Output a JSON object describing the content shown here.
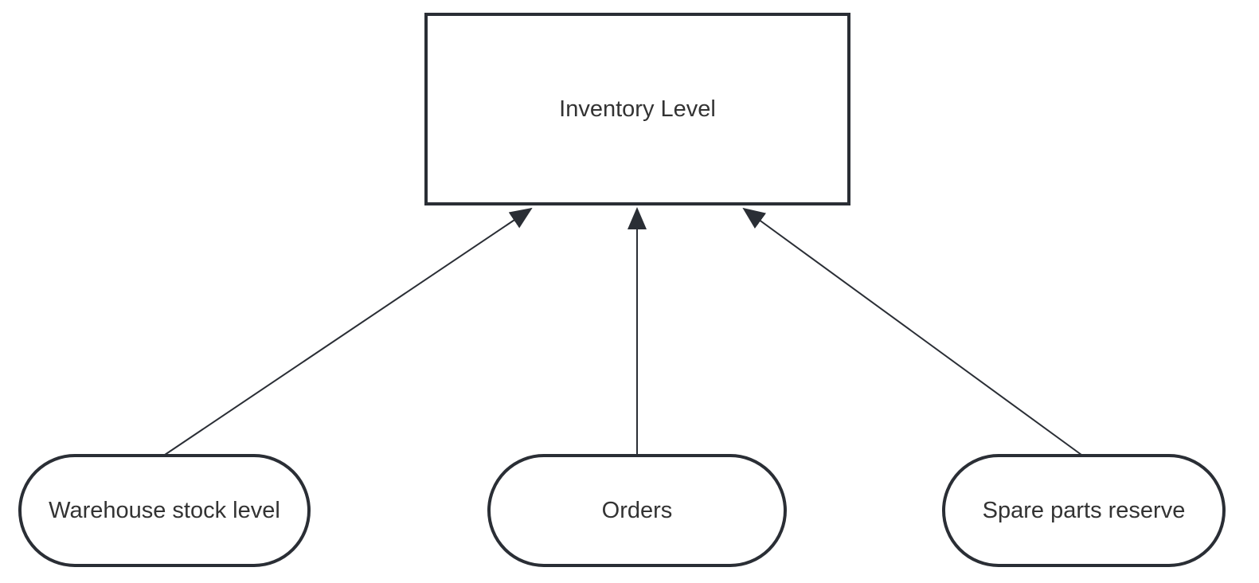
{
  "diagram": {
    "type": "causal-diagram",
    "nodes": {
      "inventory_level": {
        "label": "Inventory Level",
        "shape": "rectangle"
      },
      "warehouse_stock": {
        "label": "Warehouse stock level",
        "shape": "stadium"
      },
      "orders": {
        "label": "Orders",
        "shape": "stadium"
      },
      "spare_parts": {
        "label": "Spare parts reserve",
        "shape": "stadium"
      }
    },
    "edges": [
      {
        "from": "warehouse_stock",
        "to": "inventory_level",
        "arrow": "filled-triangle"
      },
      {
        "from": "orders",
        "to": "inventory_level",
        "arrow": "filled-triangle"
      },
      {
        "from": "spare_parts",
        "to": "inventory_level",
        "arrow": "filled-triangle"
      }
    ],
    "colors": {
      "node_fill": "#ffffff",
      "node_stroke": "#2a2e35",
      "edge_stroke": "#2a2e35",
      "text": "#333333",
      "background": "#ffffff"
    }
  }
}
